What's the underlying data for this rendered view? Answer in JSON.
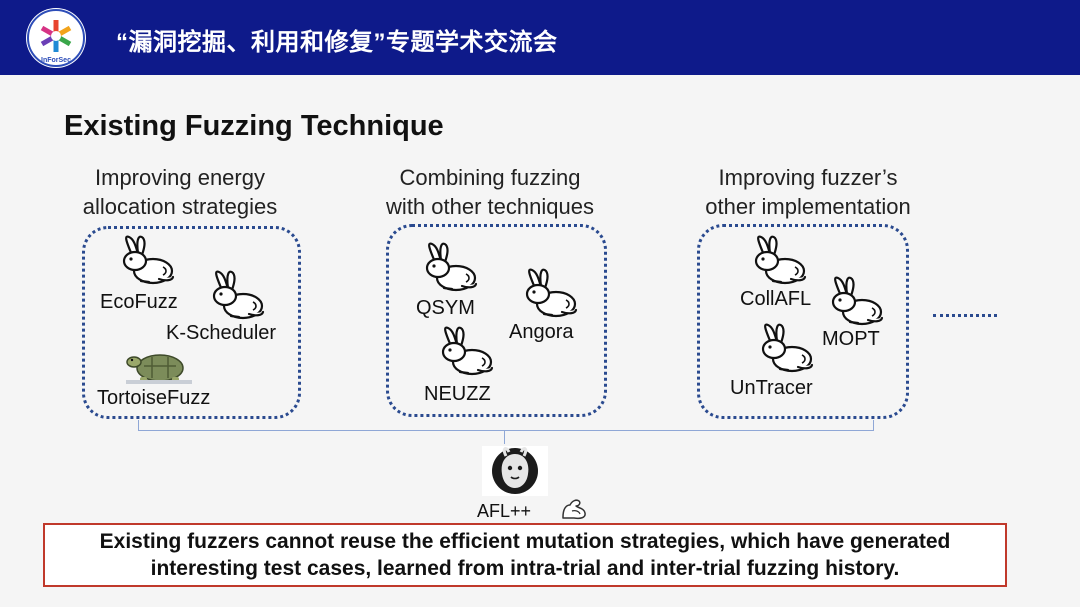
{
  "header": {
    "title": "“漏洞挖掘、利用和修复”专题学术交流会",
    "logo_text": "InForSec"
  },
  "slide": {
    "title": "Existing Fuzzing Technique",
    "groups": [
      {
        "heading_line1": "Improving energy",
        "heading_line2": "allocation strategies",
        "items": [
          "EcoFuzz",
          "K-Scheduler",
          "TortoiseFuzz"
        ]
      },
      {
        "heading_line1": "Combining fuzzing",
        "heading_line2": "with other techniques",
        "items": [
          "QSYM",
          "Angora",
          "NEUZZ"
        ]
      },
      {
        "heading_line1": "Improving fuzzer’s",
        "heading_line2": "other implementation",
        "items": [
          "CollAFL",
          "MOPT",
          "UnTracer"
        ]
      }
    ],
    "base": {
      "label": "AFL++"
    },
    "callout": {
      "line1": "Existing fuzzers cannot reuse the efficient mutation strategies, which have generated",
      "line2": "interesting test cases, learned from intra-trial and inter-trial fuzzing history."
    }
  },
  "icons": {
    "rabbit": "rabbit-icon",
    "turtle": "turtle-icon",
    "afl": "afl-rabbit-logo",
    "arm": "flexed-arm-icon"
  },
  "colors": {
    "header_bg": "#0e1a8a",
    "box_border": "#2a4a8f",
    "callout_border": "#c0392b",
    "bracket": "#8fa7d6"
  }
}
